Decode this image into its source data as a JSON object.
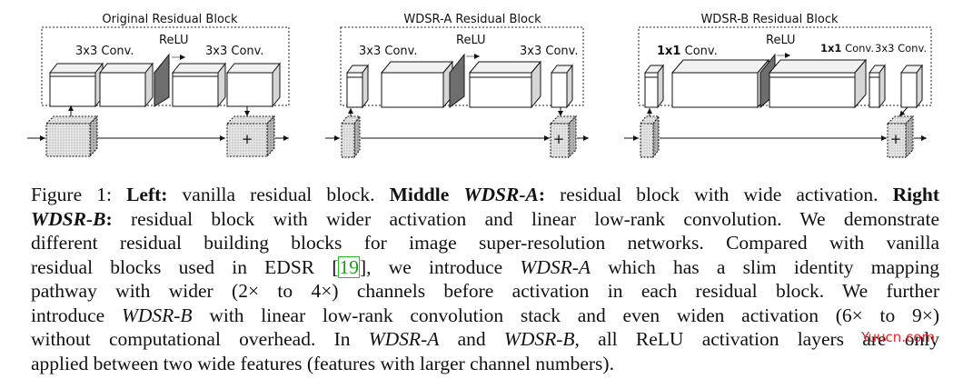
{
  "panels": [
    {
      "title": "Original Residual Block",
      "conv_left": "3x3 Conv.",
      "relu": "ReLU",
      "conv_right": "3x3 Conv.",
      "plus": "+"
    },
    {
      "title": "WDSR-A Residual Block",
      "conv_left": "3x3 Conv.",
      "relu": "ReLU",
      "conv_right": "3x3 Conv.",
      "plus": "+"
    },
    {
      "title": "WDSR-B Residual Block",
      "conv_left": "1x1",
      "conv_left_suffix": " Conv.",
      "relu": "ReLU",
      "conv_right_a": "1x1",
      "conv_right_a_suffix": " Conv.",
      "conv_right_b": "3x3 Conv.",
      "plus": "+"
    }
  ],
  "caption": {
    "fig_label": "Figure 1: ",
    "left_label": "Left:",
    "left_text": " vanilla residual block. ",
    "middle_label": "Middle ",
    "wdsr_a_bold": "WDSR-A",
    "colon1": ":",
    "middle_text": " residual block with wide activation. ",
    "right_label": "Right",
    "wdsr_b_bold": "WDSR-B",
    "colon2": ":",
    "line2_text": " residual block with wider activation and linear low-rank convolution. We demonstrate",
    "line3": "different residual building blocks for image super-resolution networks.  Compared with vanilla",
    "line4_a": "residual blocks used in EDSR [",
    "cite": "19",
    "line4_b": "], we introduce ",
    "wdsr_a_1": "WDSR-A",
    "line4_c": " which has a slim identity mapping",
    "line5": "pathway with wider (2× to 4×) channels before activation in each residual block.  We further",
    "line6_a": "introduce ",
    "wdsr_b_1": "WDSR-B",
    "line6_b": " with linear low-rank convolution stack and even widen activation (6× to 9×)",
    "line7_a": "without computational overhead. In ",
    "wdsr_a_2": "WDSR-A",
    "line7_b": " and ",
    "wdsr_b_2": "WDSR-B",
    "line7_c": ", all ReLU activation layers are only",
    "line8": "applied between two wide features (features with larger channel numbers)."
  },
  "watermark": "Yuucn.com"
}
